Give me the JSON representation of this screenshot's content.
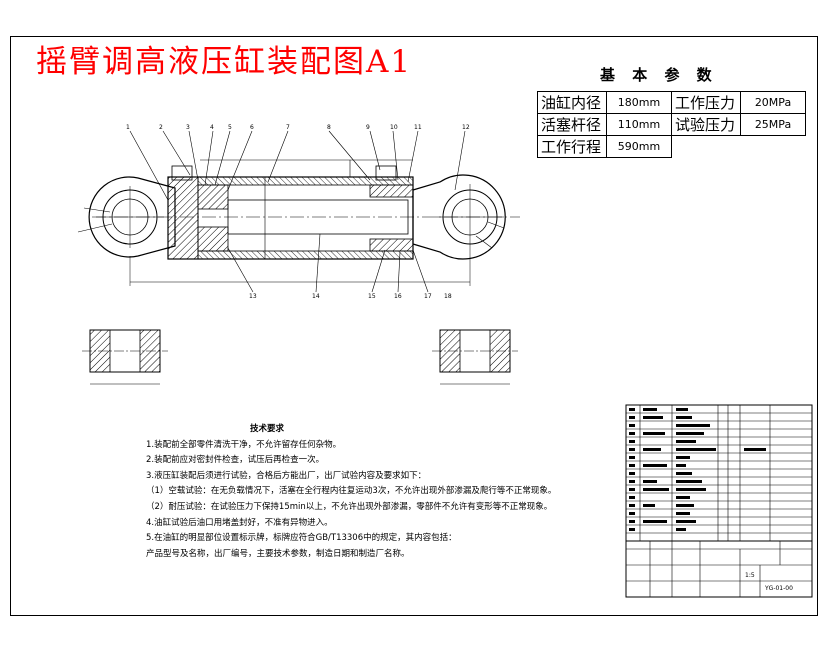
{
  "title": "摇臂调高液压缸装配图A1",
  "parameters": {
    "heading": "基 本 参 数",
    "rows": [
      {
        "k1": "油缸内径",
        "v1": "180mm",
        "k2": "工作压力",
        "v2": "20MPa"
      },
      {
        "k1": "活塞杆径",
        "v1": "110mm",
        "k2": "试验压力",
        "v2": "25MPa"
      },
      {
        "k1": "工作行程",
        "v1": "590mm",
        "k2": "",
        "v2": ""
      }
    ]
  },
  "technical_requirements": {
    "heading": "技术要求",
    "items": [
      "1.装配前全部零件清洗干净，不允许留存任何杂物。",
      "2.装配前应对密封件检查，试压后再检查一次。",
      "3.液压缸装配后须进行试验，合格后方能出厂，出厂试验内容及要求如下：",
      "（1）空载试验：在无负载情况下，活塞在全行程内往复运动3次，不允许出现外部渗漏及爬行等不正常现象。",
      "（2）耐压试验：在试验压力下保持15min以上，不允许出现外部渗漏，零部件不允许有变形等不正常现象。",
      "4.油缸试验后油口用堵盖封好，不准有异物进入。",
      "5.在油缸的明显部位设置标示牌，标牌应符合GB/T13306中的规定，其内容包括：",
      "   产品型号及名称，出厂编号，主要技术参数，制造日期和制造厂名称。"
    ]
  },
  "balloons": [
    "1",
    "2",
    "3",
    "4",
    "5",
    "6",
    "7",
    "8",
    "9",
    "10",
    "11",
    "12",
    "13",
    "14",
    "15",
    "16",
    "17",
    "18"
  ],
  "title_block": {
    "scale": "1:5",
    "drawing_no": "YG-01-00"
  }
}
